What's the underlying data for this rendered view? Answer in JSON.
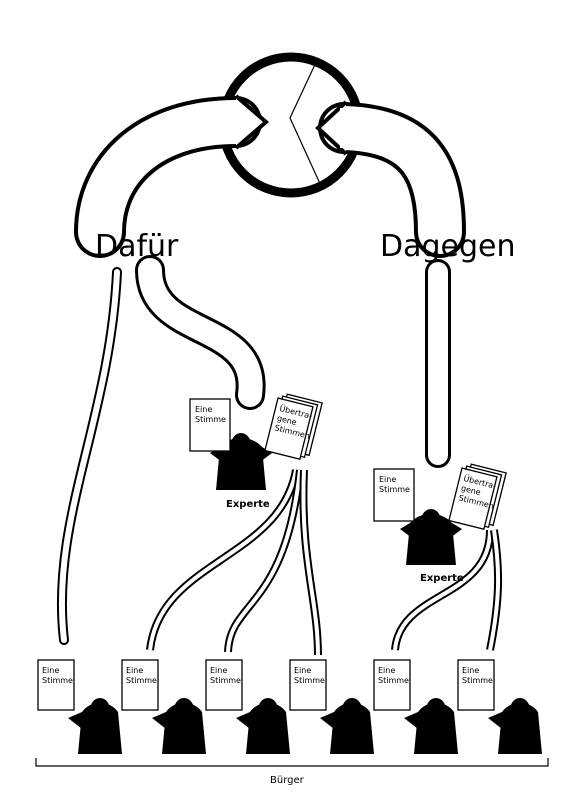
{
  "labels": {
    "for": "Dafür",
    "against": "Dagegen",
    "citizens": "Bürger"
  },
  "experts": [
    {
      "name": "Experte"
    },
    {
      "name": "Experte"
    }
  ],
  "ballots": {
    "own_line1": "Eine",
    "own_line2": "Stimme",
    "transferred_line1": "Übertra-",
    "transferred_line2": "gene",
    "transferred_line3": "Stimmen"
  },
  "citizens": [
    {
      "ballot": "Eine Stimme"
    },
    {
      "ballot": "Eine Stimme"
    },
    {
      "ballot": "Eine Stimme"
    },
    {
      "ballot": "Eine Stimme"
    },
    {
      "ballot": "Eine Stimme"
    },
    {
      "ballot": "Eine Stimme"
    }
  ]
}
